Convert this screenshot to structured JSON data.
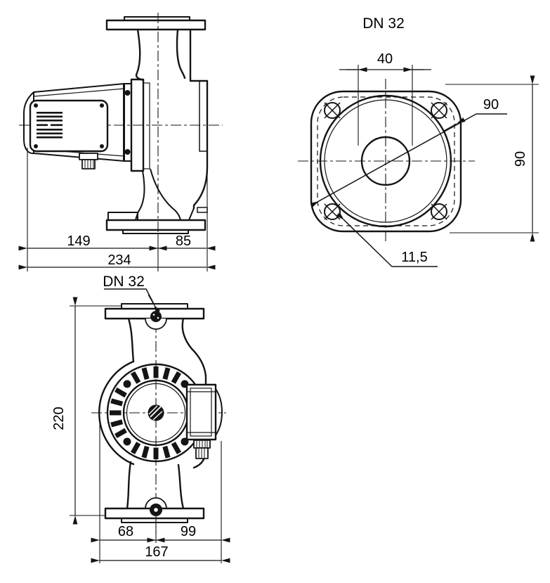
{
  "views": {
    "side": {
      "dim_motor_length": "149",
      "dim_housing_depth": "85",
      "dim_total_length": "234"
    },
    "flange": {
      "title": "DN 32",
      "dim_port_width": "40",
      "dim_bolt_circle": "90",
      "dim_flange_height": "90",
      "dim_bolt_hole_dia": "11,5"
    },
    "front": {
      "flange_label": "DN 32",
      "dim_port_distance": "220",
      "dim_center_to_left": "68",
      "dim_center_to_right": "99",
      "dim_total_width": "167"
    }
  }
}
